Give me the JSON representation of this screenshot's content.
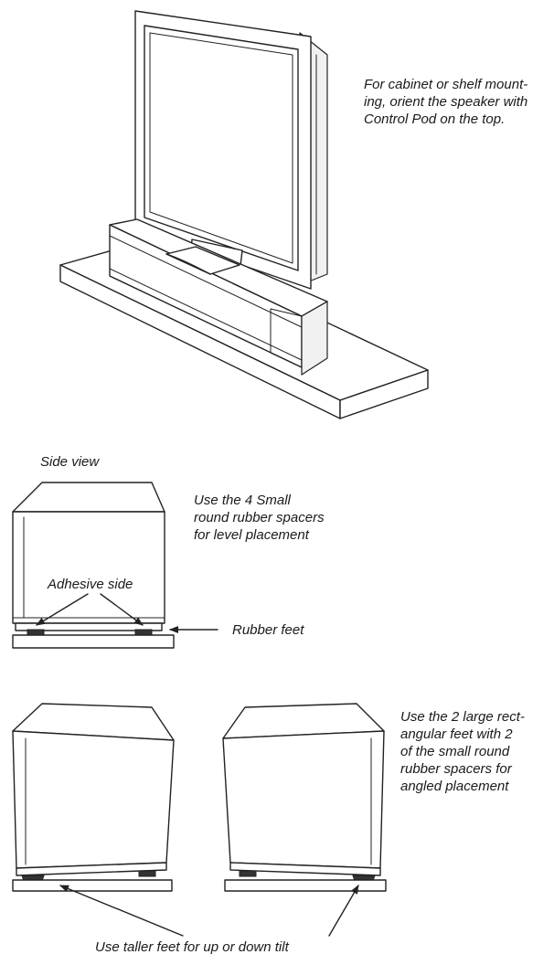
{
  "tv_note": {
    "lines": [
      "For cabinet or shelf mount-",
      "ing, orient the speaker with",
      "Control Pod on the top."
    ]
  },
  "side_view": {
    "title": "Side view",
    "level_note": {
      "lines": [
        "Use the 4 Small",
        "round rubber spacers",
        "for level placement"
      ]
    },
    "adhesive_label": "Adhesive side",
    "rubber_feet_label": "Rubber feet"
  },
  "angled_note": {
    "lines": [
      "Use the 2 large rect-",
      "angular feet with 2",
      "of the small round",
      "rubber spacers for",
      "angled placement"
    ]
  },
  "tilt_label": "Use taller feet for up or down tilt"
}
